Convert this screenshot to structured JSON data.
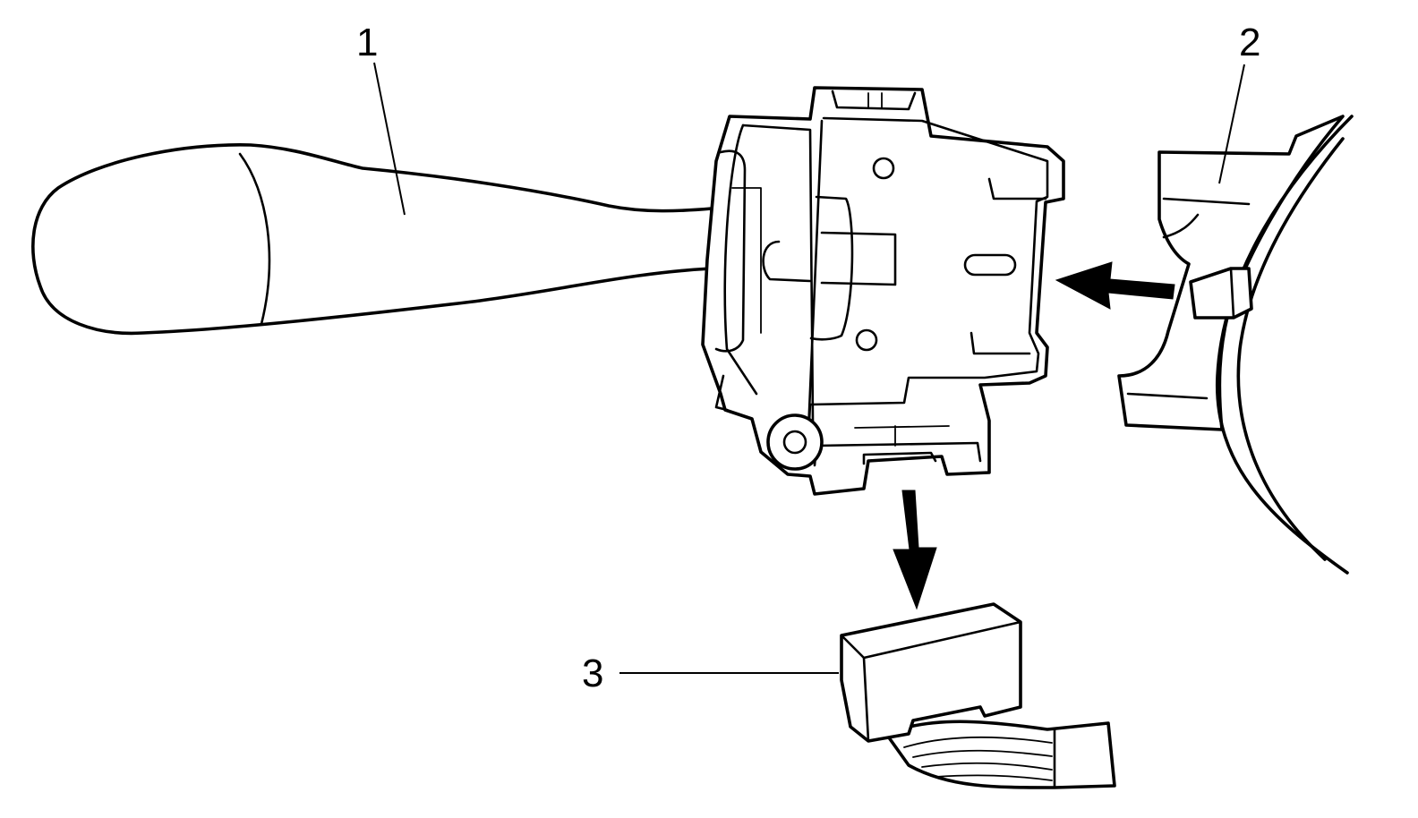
{
  "callouts": [
    {
      "id": "1",
      "label": "1"
    },
    {
      "id": "2",
      "label": "2"
    },
    {
      "id": "3",
      "label": "3"
    }
  ],
  "colors": {
    "line": "#000000",
    "background": "#ffffff"
  },
  "icons": [
    "wiper-switch-lever",
    "steering-column-shroud",
    "electrical-connector",
    "removal-direction-arrow"
  ]
}
